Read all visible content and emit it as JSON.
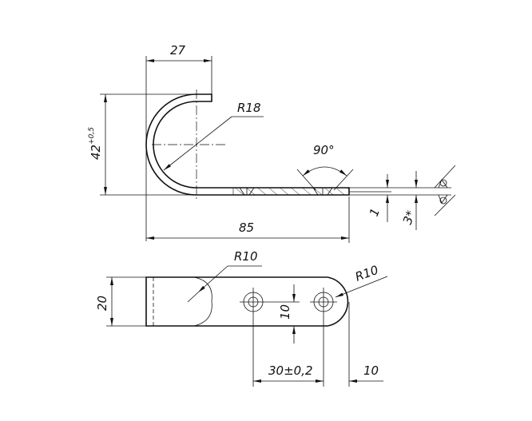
{
  "side_view": {
    "dim_width_top": "27",
    "dim_height": "42",
    "dim_height_tolerance": "+0,5",
    "radius_label": "R18",
    "angle_label": "90°",
    "dim_thickness": "1",
    "dim_depth": "3*",
    "dim_length": "85"
  },
  "plan_view": {
    "dim_width": "20",
    "radius_left_label": "R10",
    "radius_right_label": "R10",
    "dim_hole_offset": "10",
    "dim_hole_spacing": "30±0,2",
    "dim_end": "10"
  }
}
